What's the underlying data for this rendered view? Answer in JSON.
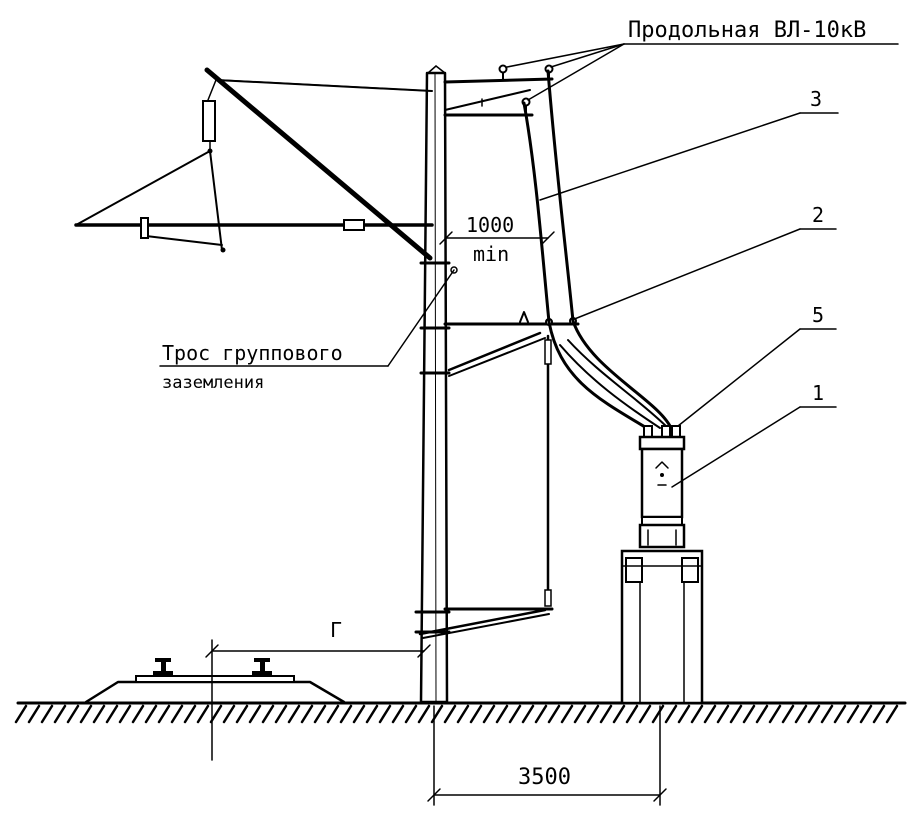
{
  "labels": {
    "line_title": "Продольная ВЛ-10кВ",
    "callout_3": "3",
    "callout_2": "2",
    "callout_5": "5",
    "callout_1": "1",
    "clearance_value": "1000",
    "clearance_unit": "min",
    "ground_wire_line1": "Трос группового",
    "ground_wire_line2": "заземления",
    "gabarit": "Г",
    "distance": "3500"
  }
}
